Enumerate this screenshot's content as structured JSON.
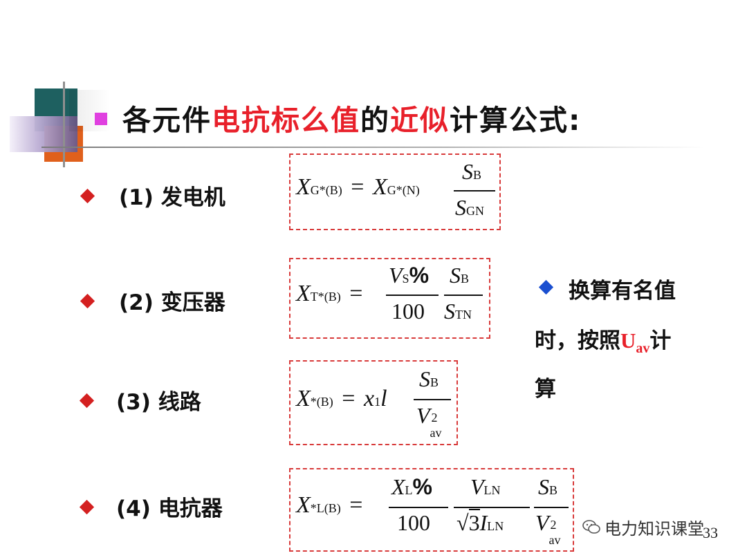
{
  "title": {
    "part1": "各元件",
    "part2": "电抗标么值",
    "part3": "的",
    "part4": "近似",
    "part5": "计算公式:"
  },
  "items": [
    {
      "label": "(1) 发电机"
    },
    {
      "label": "(2) 变压器"
    },
    {
      "label": "(3) 线路"
    },
    {
      "label": "(4) 电抗器"
    }
  ],
  "side_note": {
    "line1": "换算有名值",
    "line2_a": "时，按照",
    "uav_main": "U",
    "uav_sub": "av",
    "line2_b": "计",
    "line3": "算"
  },
  "formulas": {
    "f1": {
      "lhs_var": "X",
      "lhs_sub": "G*(B)",
      "eq": "=",
      "r_var": "X",
      "r_sub": "G*(N)",
      "num_var": "S",
      "num_sub": "B",
      "den_var": "S",
      "den_sub": "GN"
    },
    "f2": {
      "lhs_var": "X",
      "lhs_sub": "T*(B)",
      "eq": "=",
      "n1_var": "V",
      "n1_sub": "S",
      "n1_pct": "%",
      "d1": "100",
      "num_var": "S",
      "num_sub": "B",
      "den_var": "S",
      "den_sub": "TN"
    },
    "f3": {
      "lhs_var": "X",
      "lhs_sub": "*(B)",
      "eq": "=",
      "r_var": "x",
      "r_sub": "1",
      "r_var2": "l",
      "num_var": "S",
      "num_sub": "B",
      "den_var": "V",
      "den_sub": "av",
      "den_sup": "2"
    },
    "f4": {
      "lhs_var": "X",
      "lhs_sub_star": "*",
      "lhs_sub_L": "L",
      "lhs_sub_B": "(B)",
      "eq": "=",
      "n1_var": "X",
      "n1_sub": "L",
      "n1_pct": "%",
      "d1": "100",
      "n2_var": "V",
      "n2_sub_L": "L",
      "n2_sub_N": "N",
      "d2_root": "3",
      "d2_var": "I",
      "d2_sub_L": "L",
      "d2_sub_N": "N",
      "num_var": "S",
      "num_sub": "B",
      "den_var": "V",
      "den_sub": "av",
      "den_sup": "2"
    }
  },
  "watermark": {
    "text": "电力知识课堂"
  },
  "page_number": "33"
}
